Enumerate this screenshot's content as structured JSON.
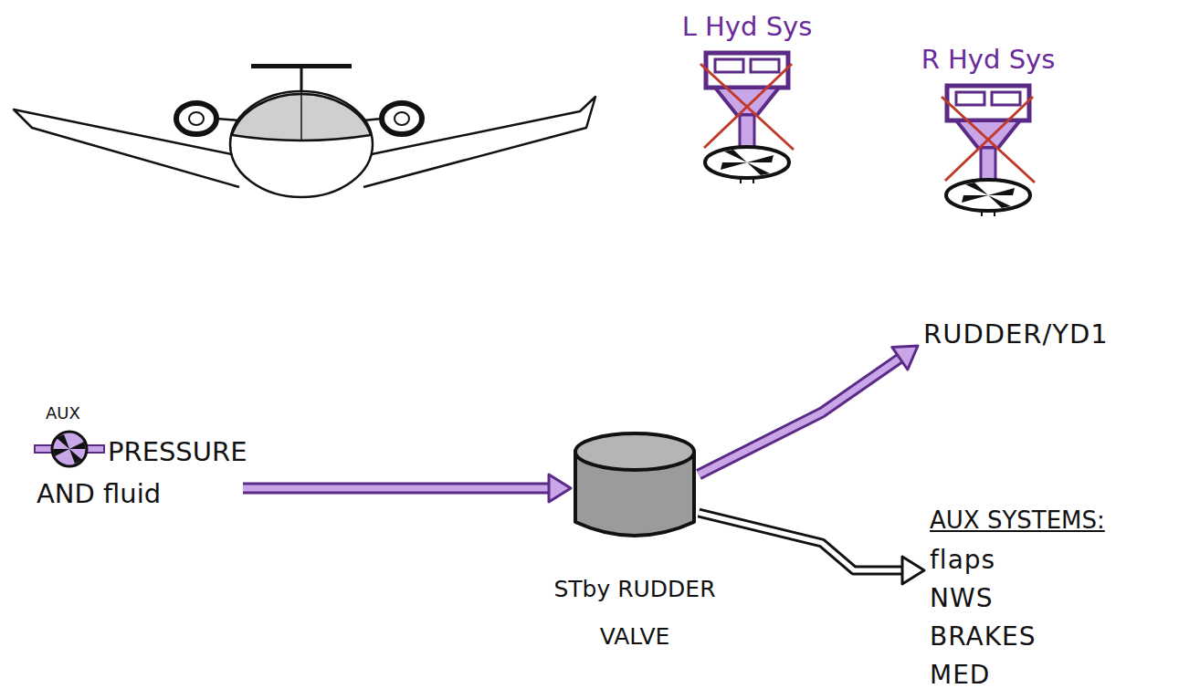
{
  "diagram": {
    "nodes": [
      {
        "text": [
          "L Hyd Sys"
        ]
      },
      {
        "text": [
          "R Hyd Sys"
        ]
      },
      {
        "text": [
          "AUX",
          "PRESSURE AND fluid"
        ]
      },
      {
        "text": [
          "STby RUDDER VALVE"
        ]
      },
      {
        "text": [
          "RUDDER/YD1"
        ]
      },
      {
        "text": [
          "AUX SYSTEMS:",
          "flaps NWS BRAKES MED"
        ]
      }
    ],
    "edges": [
      {
        "from": 2,
        "to": 3,
        "arrow": "to"
      },
      {
        "from": 3,
        "to": 4,
        "arrow": "to"
      },
      {
        "from": 3,
        "to": 5,
        "arrow": "to"
      }
    ]
  }
}
